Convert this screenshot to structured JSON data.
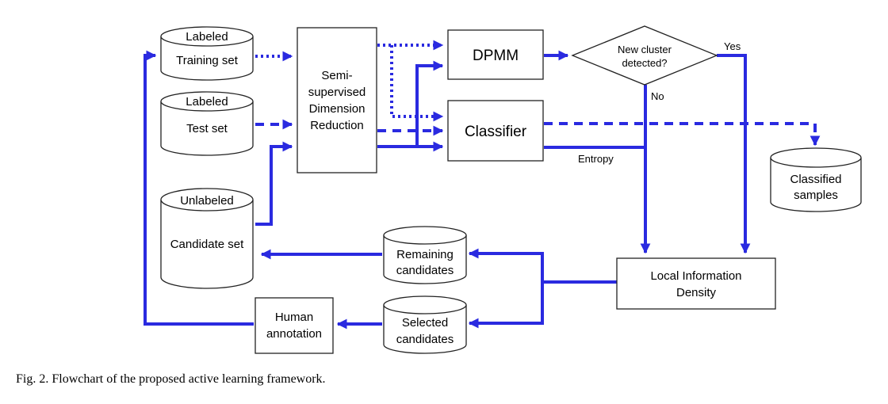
{
  "nodes": {
    "training_set": {
      "tag": "Labeled",
      "label": "Training set"
    },
    "test_set": {
      "tag": "Labeled",
      "label": "Test set"
    },
    "candidate_set": {
      "tag": "Unlabeled",
      "label": "Candidate set"
    },
    "ssdr": {
      "lines": [
        "Semi-",
        "supervised",
        "Dimension",
        "Reduction"
      ]
    },
    "dpmm": {
      "label": "DPMM"
    },
    "classifier": {
      "label": "Classifier"
    },
    "decision": {
      "lines": [
        "New cluster",
        "detected?"
      ]
    },
    "classified_samples": {
      "lines": [
        "Classified",
        "samples"
      ]
    },
    "lid": {
      "lines": [
        "Local Information",
        "Density"
      ]
    },
    "remaining_candidates": {
      "lines": [
        "Remaining",
        "candidates"
      ]
    },
    "selected_candidates": {
      "lines": [
        "Selected",
        "candidates"
      ]
    },
    "human_annotation": {
      "lines": [
        "Human",
        "annotation"
      ]
    }
  },
  "edge_labels": {
    "yes": "Yes",
    "no": "No",
    "entropy": "Entropy"
  },
  "caption": "Fig. 2.  Flowchart of the proposed active learning framework.",
  "colors": {
    "arrow": "#2a2ae0",
    "stroke": "#222222"
  }
}
